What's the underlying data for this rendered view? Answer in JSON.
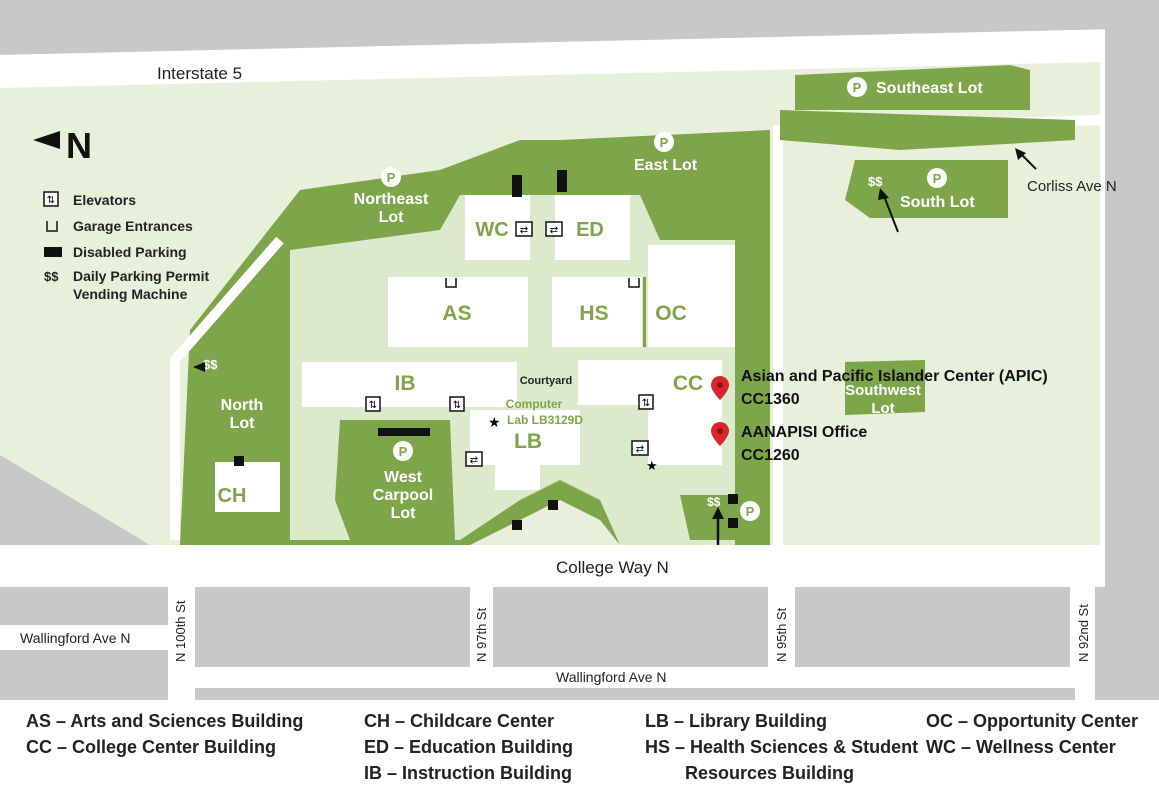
{
  "north": {
    "arrow_label": "N"
  },
  "legend": {
    "elevators": "Elevators",
    "garage": "Garage Entrances",
    "disabled": "Disabled Parking",
    "vending_symbol": "$$",
    "vending_line1": "Daily Parking Permit",
    "vending_line2": "Vending Machine"
  },
  "roads": {
    "interstate": "Interstate 5",
    "corliss": "Corliss Ave N",
    "college_way": "College Way N",
    "wallingford_left": "Wallingford Ave N",
    "wallingford_bottom": "Wallingford Ave N",
    "n100": "N 100th St",
    "n97": "N 97th St",
    "n95": "N 95th St",
    "n92": "N 92nd St"
  },
  "lots": {
    "p": "P",
    "southeast": "Southeast Lot",
    "east": "East Lot",
    "south": "South Lot",
    "northeast_1": "Northeast",
    "northeast_2": "Lot",
    "north_1": "North",
    "north_2": "Lot",
    "southwest_1": "Southwest",
    "southwest_2": "Lot",
    "west_1": "West",
    "west_2": "Carpool",
    "west_3": "Lot",
    "dollar": "$$"
  },
  "buildings": {
    "wc": "WC",
    "ed": "ED",
    "as": "AS",
    "hs": "HS",
    "oc": "OC",
    "ib": "IB",
    "cc": "CC",
    "lb": "LB",
    "ch": "CH"
  },
  "places": {
    "courtyard": "Courtyard",
    "computer_lab_1": "Computer",
    "computer_lab_2": "Lab LB3129D"
  },
  "markers": {
    "apic_line1": "Asian and Pacific Islander Center (APIC)",
    "apic_line2": "CC1360",
    "aanapisi_line1": "AANAPISI Office",
    "aanapisi_line2": "CC1260"
  },
  "key": {
    "col1": [
      "AS – Arts and Sciences Building",
      "CC – College Center Building"
    ],
    "col2": [
      "CH – Childcare Center",
      "ED – Education Building",
      "IB – Instruction Building"
    ],
    "col3": [
      "LB – Library Building",
      "HS – Health Sciences & Student",
      "Resources Building"
    ],
    "col4": [
      "OC – Opportunity Center",
      "WC – Wellness Center"
    ]
  },
  "colors": {
    "green": "#7fa54b",
    "light_green": "#dde9cd",
    "pale_green": "#e8f0dc",
    "grey": "#c8c8c8",
    "marker_red": "#d9262c"
  }
}
